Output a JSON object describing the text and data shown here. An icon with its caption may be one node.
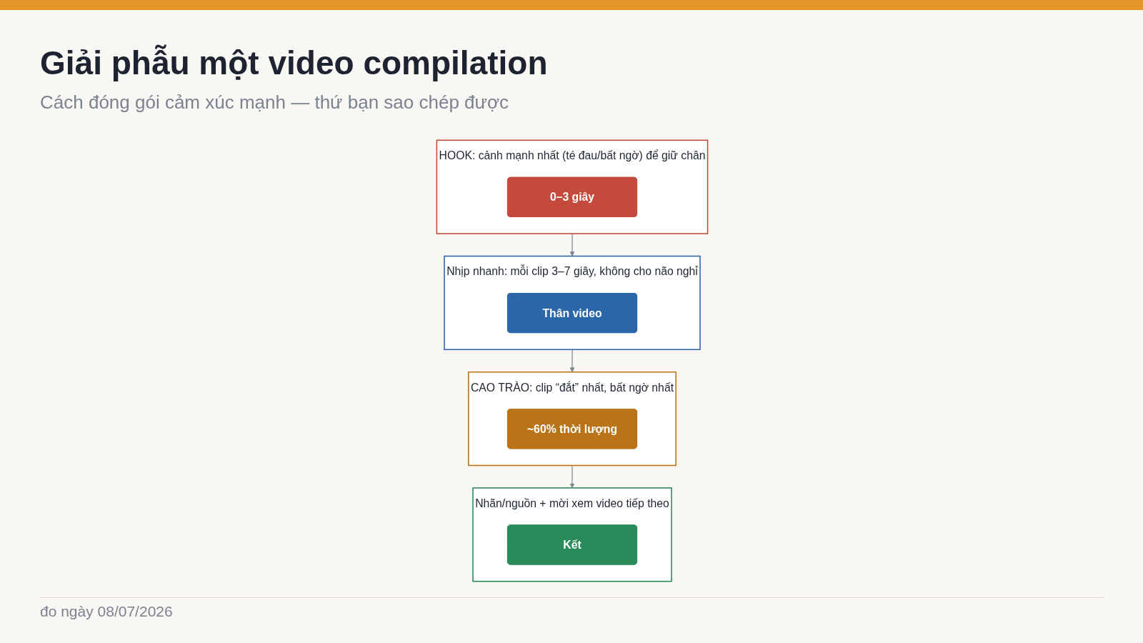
{
  "diagram": {
    "title": "Giải phẫu một video compilation",
    "nodes": [
      {
        "text": [
          "HOOK: cảnh mạnh nhất (té đau/bất ngờ) để giữ chân"
        ]
      },
      {
        "text": [
          "0–3 giây"
        ],
        "in": 0
      },
      {
        "text": [
          "Nhịp nhanh: mỗi clip 3–7 giây, không cho não nghỉ"
        ]
      },
      {
        "text": [
          "Thân video"
        ],
        "in": 2
      },
      {
        "text": [
          "CAO TRÀO: clip “đắt” nhất, bất ngờ nhất"
        ]
      },
      {
        "text": [
          "~60% thời lượng"
        ],
        "in": 4
      },
      {
        "text": [
          "Nhãn/nguồn + mời xem video tiếp theo"
        ]
      },
      {
        "text": [
          "Kết"
        ],
        "in": 6
      }
    ],
    "edges": [
      {
        "from": 0,
        "to": 2,
        "arrow": "to"
      },
      {
        "from": 2,
        "to": 4,
        "arrow": "to"
      },
      {
        "from": 4,
        "to": 6,
        "arrow": "to"
      }
    ],
    "labels": [
      "Cách đóng gói cảm xúc mạnh — thứ bạn sao chép được",
      "đo ngày 08/07/2026"
    ]
  }
}
